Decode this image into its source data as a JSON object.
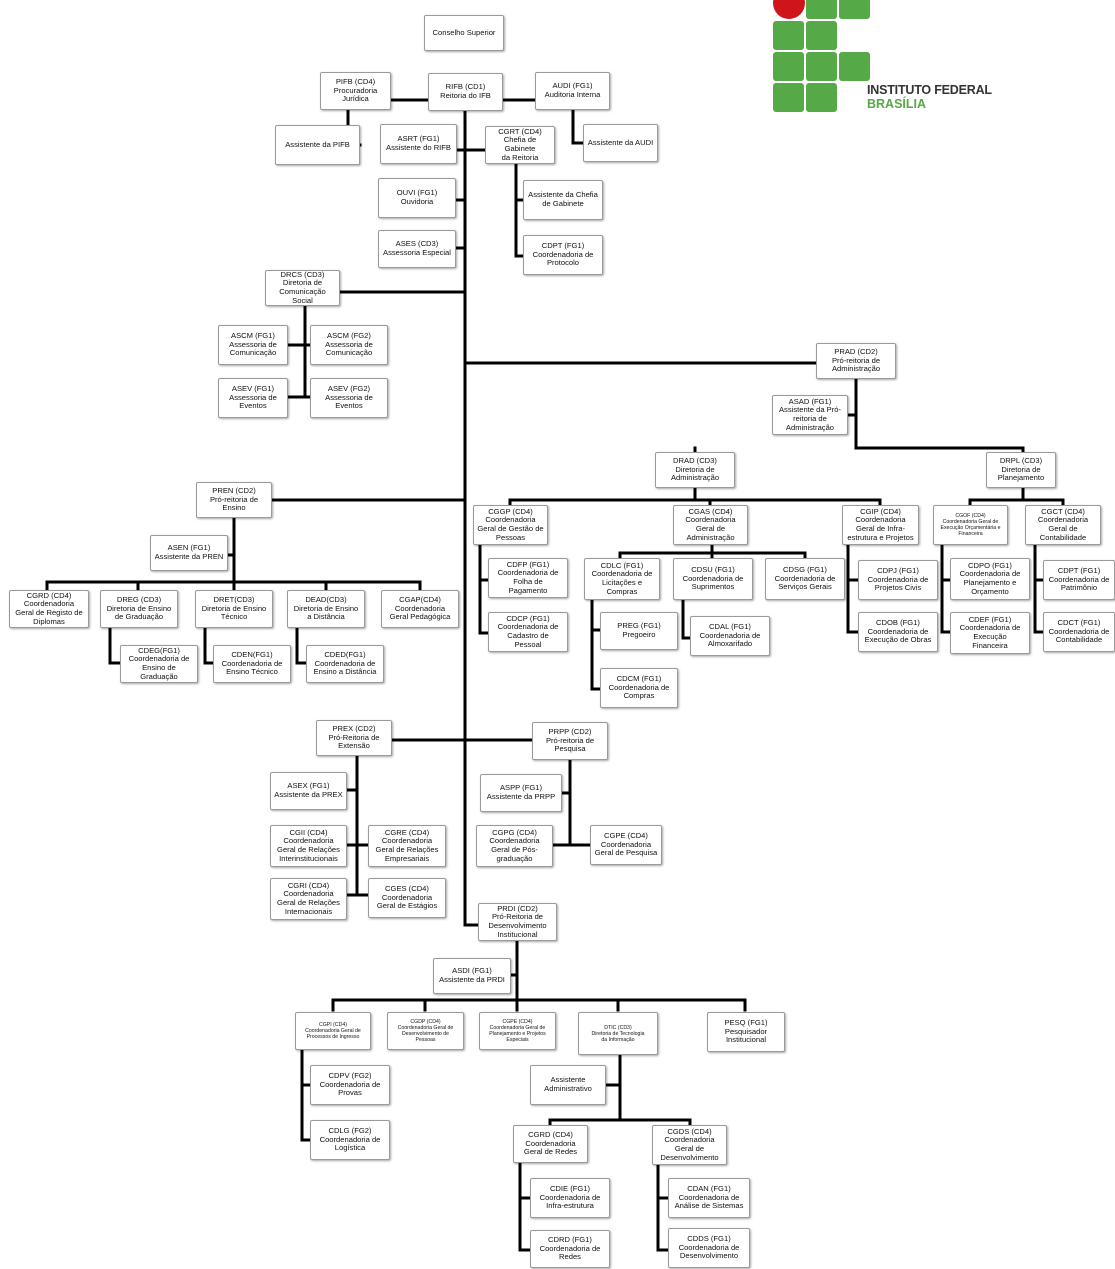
{
  "logo": {
    "line1": "INSTITUTO FEDERAL",
    "line2": "BRASÍLIA",
    "colors": {
      "green": "#55a946",
      "red": "#d0141c",
      "text": "#333333"
    }
  },
  "org": {
    "conselho": "Conselho Superior",
    "rifb": "RIFB (CD1)\nReitoria do IFB",
    "pifb": "PIFB (CD4)\nProcuradoria\nJurídica",
    "pifb_asst": "Assistente da PIFB",
    "audi": "AUDI (FG1)\nAuditoria Interna",
    "audi_asst": "Assistente da AUDI",
    "asrt": "ASRT (FG1)\nAssistente do RIFB",
    "cgrt": "CGRT (CD4)\nChefia de Gabinete\nda Reitoria",
    "cgrt_asst": "Assistente da Chefia\nde Gabinete",
    "cdpt_prot": "CDPT (FG1)\nCoordenadoria de\nProtocolo",
    "ouvi": "OUVI (FG1)\nOuvidoria",
    "ases": "ASES (CD3)\nAssessoria Especial",
    "drcs": "DRCS (CD3)\nDiretoria de\nComunicação Social",
    "ascm1": "ASCM (FG1)\nAssessoria de\nComunicação",
    "ascm2": "ASCM (FG2)\nAssessoria de\nComunicação",
    "asev1": "ASEV (FG1)\nAssessoria de\nEventos",
    "asev2": "ASEV (FG2)\nAssessoria de\nEventos",
    "prad": "PRAD (CD2)\nPró-reitoria de\nAdministração",
    "asad": "ASAD (FG1)\nAssistente da Pró-\nreitoria de\nAdministração",
    "drad": "DRAD (CD3)\nDiretoria de\nAdministração",
    "drpl": "DRPL (CD3)\nDiretoria de\nPlanejamento",
    "cggp": "CGGP (CD4)\nCoordenadoria\nGeral de Gestão de\nPessoas",
    "cdfp": "CDFP (FG1)\nCoordenadoria de\nFolha de\nPagamento",
    "cdcp": "CDCP (FG1)\nCoordenadoria de\nCadastro de\nPessoal",
    "cgas": "CGAS (CD4)\nCoordenadoria\nGeral de\nAdministração",
    "cdlc": "CDLC (FG1)\nCoordenadoria de\nLicitações e\nCompras",
    "preg": "PREG (FG1)\nPregoeiro",
    "cdcm": "CDCM (FG1)\nCoordenadoria de\nCompras",
    "cdsu": "CDSU (FG1)\nCoordenadoria de\nSuprimentos",
    "cdal": "CDAL (FG1)\nCoordenadoria de\nAlmoxarifado",
    "cdsg": "CDSG (FG1)\nCoordenadoria de\nServiços Gerais",
    "cgip": "CGIP (CD4)\nCoordenadoria\nGeral de Infra-\nestrutura e Projetos",
    "cdpj": "CDPJ (FG1)\nCoordenadoria de\nProjetos Civis",
    "cdob": "CDOB (FG1)\nCoordenadoria de\nExecução de Obras",
    "cgof": "CGOF (CD4)\nCoordenadoria Geral de\nExecução Orçamentária e\nFinanceira",
    "cdpo": "CDPO (FG1)\nCoordenadoria de\nPlanejamento e\nOrçamento",
    "cdef": "CDEF (FG1)\nCoordenadoria de\nExecução\nFinanceira",
    "cgct": "CGCT (CD4)\nCoordenadoria\nGeral de\nContabilidade",
    "cdpt_pat": "CDPT (FG1)\nCoordenadoria de\nPatrimônio",
    "cdct": "CDCT (FG1)\nCoordenadoria de\nContabilidade",
    "pren": "PREN (CD2)\nPró-reitoria de\nEnsino",
    "asen": "ASEN (FG1)\nAssistente da PREN",
    "cgrd_en": "CGRD (CD4)\nCoordenadoria\nGeral de Registo de\nDiplomas",
    "dreg": "DREG (CD3)\nDiretoria de Ensino\nde Graduação",
    "cdeg": "CDEG(FG1)\nCoordenadoria de\nEnsino de\nGraduação",
    "dret": "DRET(CD3)\nDiretoria de Ensino\nTécnico",
    "cden": "CDEN(FG1)\nCoordenadoria de\nEnsino Técnico",
    "dead": "DEAD(CD3)\nDiretoria de Ensino\na Distância",
    "cded": "CDED(FG1)\nCoordenadoria de\nEnsino a Distância",
    "cgap": "CGAP(CD4)\nCoordenadoria\nGeral Pedagógica",
    "prex": "PREX (CD2)\nPró-Reitoria de\nExtensão",
    "asex": "ASEX (FG1)\nAssistente da PREX",
    "cgii": "CGII (CD4)\nCoordenadoria\nGeral de Relações\nInterinstitucionais",
    "cgre": "CGRE (CD4)\nCoordenadoria\nGeral de Relações\nEmpresariais",
    "cgri": "CGRI (CD4)\nCoordenadoria\nGeral de Relações\nInternacionais",
    "cges": "CGES (CD4)\nCoordenadoria\nGeral de Estágios",
    "prpp": "PRPP (CD2)\nPró-reitoria de\nPesquisa",
    "aspp": "ASPP (FG1)\nAssistente da PRPP",
    "cgpg": "CGPG (CD4)\nCoordenadoria\nGeral de Pós-\ngraduação",
    "cgpe_pesq": "CGPE (CD4)\nCoordenadoria\nGeral de Pesquisa",
    "prdi": "PRDI (CD2)\nPró-Reitoria de\nDesenvolvimento\nInstitucional",
    "asdi": "ASDI (FG1)\nAssistente da PRDI",
    "cgpi": "CGPI (CD4)\nCoordenadoria Geral de\nProcessos de Ingresso",
    "cgdp": "CGDP (CD4)\nCoordenadoria Geral de\nDesenvolvimento de\nPessoas",
    "cgpe_plan": "CGPE (CD4)\nCoordenadoria Geral de\nPlanejamento e Projetos\nEspeciais",
    "dtic": "DTIC (CD3)\nDiretoria de Tecnologia\nda Informação",
    "pesq": "PESQ (FG1)\nPesquisador\nInstitucional",
    "cdpv": "CDPV (FG2)\nCoordenadoria de\nProvas",
    "cdlg": "CDLG (FG2)\nCoordenadoria de\nLogística",
    "asst_adm": "Assistente\nAdministrativo",
    "cgrd_redes": "CGRD (CD4)\nCoordenadoria\nGeral de Redes",
    "cgds": "CGDS (CD4)\nCoordenadoria\nGeral de\nDesenvolvimento",
    "cdie": "CDIE (FG1)\nCoordenadoria de\nInfra-estrutura",
    "cdrd": "CDRD (FG1)\nCoordenadoria de\nRedes",
    "cdan": "CDAN (FG1)\nCoordenadoria de\nAnálise de Sistemas",
    "cdds": "CDDS (FG1)\nCoordenadoria de\nDesenvolvimento"
  }
}
